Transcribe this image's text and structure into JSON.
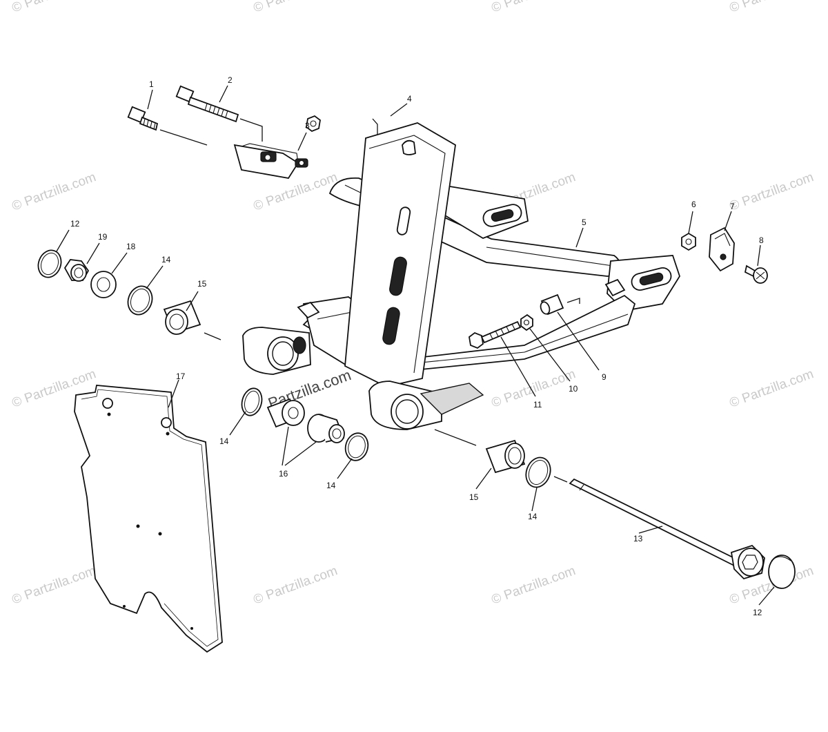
{
  "watermark": "© Partzilla.com",
  "watermark_center": "Partzilla.com",
  "callouts": {
    "c1": "1",
    "c2": "2",
    "c3": "3",
    "c4": "4",
    "c5": "5",
    "c6": "6",
    "c7": "7",
    "c8": "8",
    "c9": "9",
    "c10": "10",
    "c11": "11",
    "c12a": "12",
    "c12b": "12",
    "c13": "13",
    "c14a": "14",
    "c14b": "14",
    "c14c": "14",
    "c14d": "14",
    "c15a": "15",
    "c15b": "15",
    "c16": "16",
    "c17": "17",
    "c18": "18",
    "c19": "19"
  }
}
